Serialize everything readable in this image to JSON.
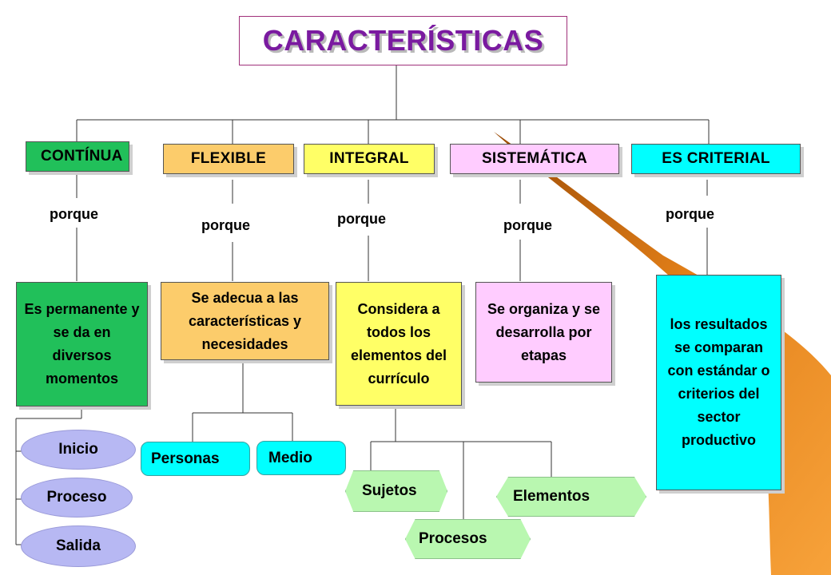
{
  "title": "CARACTERÍSTICAS",
  "connector_word": "porque",
  "categories": [
    {
      "label": "CONTÍNUA",
      "color": "#21c05a",
      "description": "Es permanente y se da en diversos momentos"
    },
    {
      "label": "FLEXIBLE",
      "color": "#fccc6b",
      "description": "Se adecua a las características y necesidades"
    },
    {
      "label": "INTEGRAL",
      "color": "#ffff66",
      "description": "Considera a todos los elementos del currículo"
    },
    {
      "label": "SISTEMÁTICA",
      "color": "#ffccff",
      "description": "Se organiza y se desarrolla por etapas"
    },
    {
      "label": "ES CRITERIAL",
      "color": "#00ffff",
      "description": "los resultados se comparan con estándar o criterios del sector productivo"
    }
  ],
  "continua_moments": [
    "Inicio",
    "Proceso",
    "Salida"
  ],
  "flexible_subitems": [
    "Personas",
    "Medio"
  ],
  "integral_subitems": [
    "Sujetos",
    "Procesos",
    "Elementos"
  ],
  "colors": {
    "title_text": "#7a1aa0",
    "swoosh": "#f39a2e",
    "moment_oval": "#b7b8f3",
    "integral_item": "#b9f7b0",
    "flexible_item": "#00ffff"
  }
}
